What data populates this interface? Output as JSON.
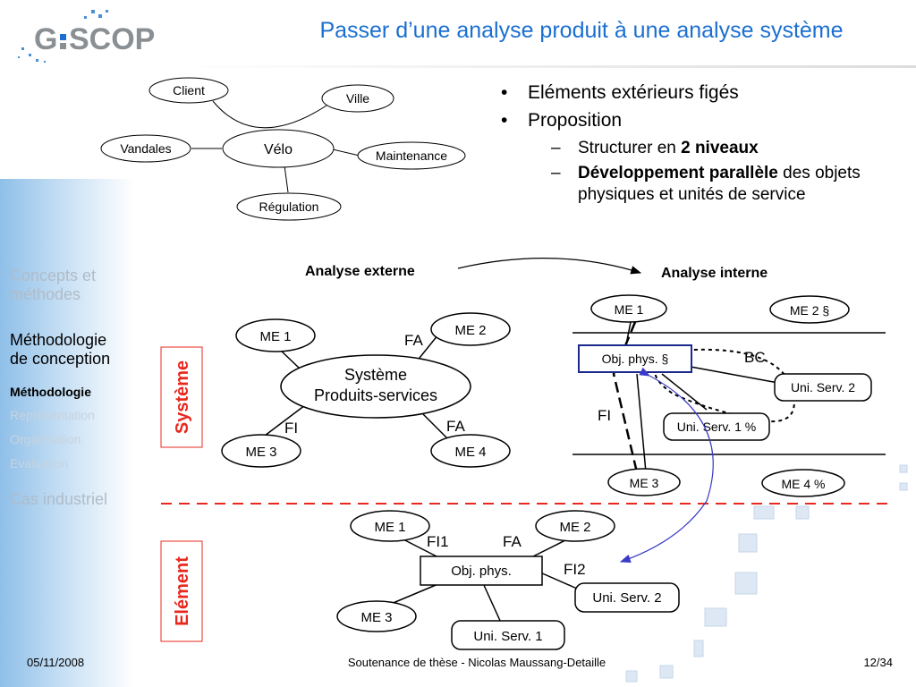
{
  "logo": {
    "text_left": "G",
    "text_right": "SCOP"
  },
  "title": "Passer d’une analyse produit à une analyse système",
  "sidebar": {
    "items": [
      {
        "label": "Concepts et",
        "label2": "méthodes"
      },
      {
        "label": "Méthodologie",
        "label2": "de conception"
      },
      {
        "label": "Méthodologie"
      },
      {
        "label": "Représentation"
      },
      {
        "label": "Organisation"
      },
      {
        "label": "Evaluation"
      },
      {
        "label": "Cas industriel"
      }
    ]
  },
  "bullets": {
    "b1": "Eléments extérieurs figés",
    "b2": "Proposition",
    "s1_pre": "Structurer en ",
    "s1_bold": "2 niveaux",
    "s2_bold": "Développement parallèle",
    "s2_rest": " des objets physiques et unités de service"
  },
  "velo_diagram": {
    "center": "Vélo",
    "nodes": [
      "Client",
      "Ville",
      "Vandales",
      "Maintenance",
      "Régulation"
    ]
  },
  "labels": {
    "analyse_externe": "Analyse externe",
    "analyse_interne": "Analyse interne",
    "systeme": "Système",
    "element": "Elément"
  },
  "external": {
    "center_line1": "Système",
    "center_line2": "Produits-services",
    "me1": "ME 1",
    "me2": "ME 2",
    "me3": "ME 3",
    "me4": "ME 4",
    "fa1": "FA",
    "fa2": "FA",
    "fi": "FI"
  },
  "internal": {
    "me1": "ME 1",
    "me2": "ME 2 §",
    "me3": "ME 3",
    "me4": "ME 4 %",
    "obj": "Obj. phys. §",
    "us2": "Uni. Serv. 2",
    "us1": "Uni. Serv. 1 %",
    "bc": "BC",
    "fi": "FI"
  },
  "element_level": {
    "me1": "ME 1",
    "me2": "ME 2",
    "me3": "ME 3",
    "obj": "Obj. phys.",
    "us2": "Uni. Serv. 2",
    "us1": "Uni. Serv. 1",
    "fi1": "FI1",
    "fa": "FA",
    "fi2": "FI2"
  },
  "footer": {
    "date": "05/11/2008",
    "center": "Soutenance de thèse - Nicolas Maussang-Detaille",
    "page": "12/34"
  },
  "colors": {
    "accent": "#1b6fd0",
    "red": "#e8281e",
    "arrow_blue": "#3a3ac8"
  }
}
